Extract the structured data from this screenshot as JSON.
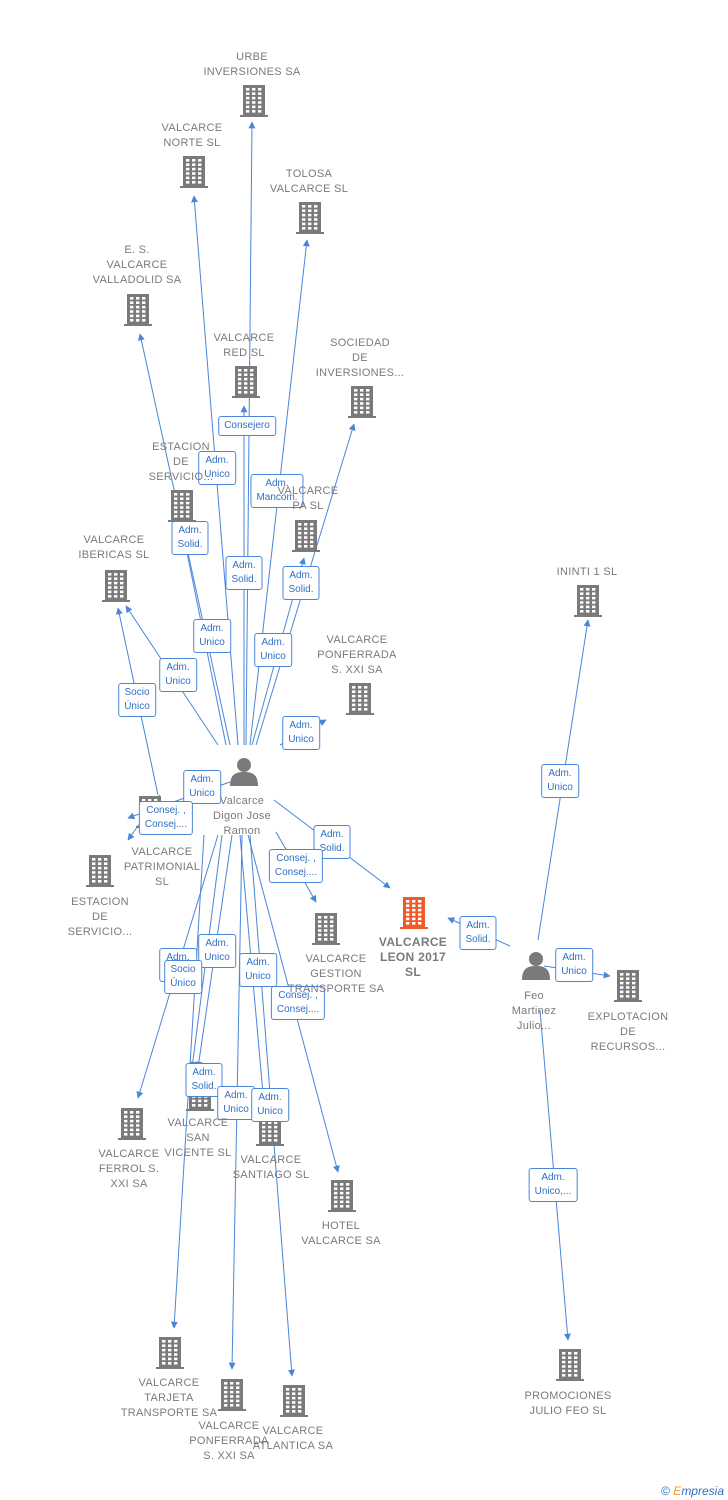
{
  "colors": {
    "edge": "#4a86d8",
    "company": "#7a7a7a",
    "focus_company": "#f05a28",
    "person": "#7a7a7a"
  },
  "nodes": [
    {
      "id": "urbe",
      "kind": "company",
      "label": "URBE\nINVERSIONES SA"
    },
    {
      "id": "norte",
      "kind": "company",
      "label": "VALCARCE\nNORTE  SL"
    },
    {
      "id": "tolosa",
      "kind": "company",
      "label": "TOLOSA\nVALCARCE SL"
    },
    {
      "id": "es_valladolid",
      "kind": "company",
      "label": "E.  S.\nVALCARCE\nVALLADOLID SA"
    },
    {
      "id": "red",
      "kind": "company",
      "label": "VALCARCE\nRED  SL"
    },
    {
      "id": "sociedad_inv",
      "kind": "company",
      "label": "SOCIEDAD\nDE\nINVERSIONES..."
    },
    {
      "id": "estacion1",
      "kind": "company",
      "label": "ESTACION\nDE\nSERVICIO..."
    },
    {
      "id": "valcarce_pa",
      "kind": "company",
      "label": "VALCARCE\nPA  SL"
    },
    {
      "id": "ibericas",
      "kind": "company",
      "label": "VALCARCE\nIBERICAS  SL"
    },
    {
      "id": "ininti",
      "kind": "company",
      "label": "ININTI 1  SL"
    },
    {
      "id": "ponf_xxi",
      "kind": "company",
      "label": "VALCARCE\nPONFERRADA\nS. XXI SA"
    },
    {
      "id": "patrimonial",
      "kind": "company",
      "label": "VALCARCE\nPATRIMONIAL\nSL"
    },
    {
      "id": "estacion2",
      "kind": "company",
      "label": "ESTACION\nDE\nSERVICIO..."
    },
    {
      "id": "leon2017",
      "kind": "focus",
      "label": "VALCARCE\nLEON 2017\nSL"
    },
    {
      "id": "gestion",
      "kind": "company",
      "label": "VALCARCE\nGESTION\nTRANSPORTE SA"
    },
    {
      "id": "explotacion",
      "kind": "company",
      "label": "EXPLOTACION\nDE\nRECURSOS..."
    },
    {
      "id": "ferrol",
      "kind": "company",
      "label": "VALCARCE\nFERROL S.\nXXI SA"
    },
    {
      "id": "sanvicente",
      "kind": "company",
      "label": "VALCARCE\nSAN\nVICENTE  SL"
    },
    {
      "id": "santiago",
      "kind": "company",
      "label": "VALCARCE\nSANTIAGO  SL"
    },
    {
      "id": "hotel",
      "kind": "company",
      "label": "HOTEL\nVALCARCE SA"
    },
    {
      "id": "tarjeta",
      "kind": "company",
      "label": "VALCARCE\nTARJETA\nTRANSPORTE SA"
    },
    {
      "id": "ponf_xxi2",
      "kind": "company",
      "label": "VALCARCE\nPONFERRADA\nS.  XXI SA"
    },
    {
      "id": "atlantica",
      "kind": "company",
      "label": "VALCARCE\nATLANTICA SA"
    },
    {
      "id": "promociones",
      "kind": "company",
      "label": "PROMOCIONES\nJULIO FEO SL"
    },
    {
      "id": "valcarce_person",
      "kind": "person",
      "label": "Valcarce\nDigon Jose\nRamon"
    },
    {
      "id": "feo_person",
      "kind": "person",
      "label": "Feo\nMartinez\nJulio..."
    }
  ],
  "edges": [
    {
      "from": "valcarce_person",
      "to": "urbe",
      "label": "Consejero"
    },
    {
      "from": "valcarce_person",
      "to": "norte",
      "label": "Adm.\nUnico"
    },
    {
      "from": "valcarce_person",
      "to": "tolosa",
      "label": "Adm.\nMancom."
    },
    {
      "from": "valcarce_person",
      "to": "es_valladolid",
      "label": "Adm.\nSolid."
    },
    {
      "from": "valcarce_person",
      "to": "red",
      "label": "Adm.\nSolid."
    },
    {
      "from": "valcarce_person",
      "to": "sociedad_inv",
      "label": "Adm.\nSolid."
    },
    {
      "from": "valcarce_person",
      "to": "estacion1",
      "label": "Adm.\nUnico"
    },
    {
      "from": "valcarce_person",
      "to": "valcarce_pa",
      "label": "Adm.\nUnico"
    },
    {
      "from": "valcarce_person",
      "to": "ibericas",
      "label": "Adm.\nUnico"
    },
    {
      "from": "valcarce_person",
      "to": "ibericas",
      "label": "Socio\nÚnico"
    },
    {
      "from": "valcarce_person",
      "to": "ponf_xxi",
      "label": "Adm.\nUnico"
    },
    {
      "from": "valcarce_person",
      "to": "patrimonial",
      "label": "Adm.\nUnico"
    },
    {
      "from": "valcarce_person",
      "to": "patrimonial",
      "label": "Consej. ,\nConsej...."
    },
    {
      "from": "valcarce_person",
      "to": "leon2017",
      "label": "Adm.\nSolid."
    },
    {
      "from": "valcarce_person",
      "to": "gestion",
      "label": "Consej. ,\nConsej...."
    },
    {
      "from": "valcarce_person",
      "to": "ferrol",
      "label": "Adm.\nUnico"
    },
    {
      "from": "valcarce_person",
      "to": "sanvicente",
      "label": "Adm.\nUnico"
    },
    {
      "from": "valcarce_person",
      "to": "sanvicente",
      "label": "Socio\nÚnico"
    },
    {
      "from": "valcarce_person",
      "to": "santiago",
      "label": "Adm.\nUnico"
    },
    {
      "from": "valcarce_person",
      "to": "hotel",
      "label": "Consej. ,\nConsej...."
    },
    {
      "from": "valcarce_person",
      "to": "tarjeta",
      "label": "Adm.\nSolid."
    },
    {
      "from": "valcarce_person",
      "to": "ponf_xxi2",
      "label": "Adm.\nUnico"
    },
    {
      "from": "valcarce_person",
      "to": "atlantica",
      "label": "Adm.\nUnico"
    },
    {
      "from": "feo_person",
      "to": "leon2017",
      "label": "Adm.\nSolid."
    },
    {
      "from": "feo_person",
      "to": "ininti",
      "label": "Adm.\nUnico"
    },
    {
      "from": "feo_person",
      "to": "explotacion",
      "label": "Adm.\nUnico"
    },
    {
      "from": "feo_person",
      "to": "promociones",
      "label": "Adm.\nUnico,..."
    }
  ],
  "footer": {
    "copyright": "©",
    "brand_initial": "E",
    "brand_rest": "mpresia"
  }
}
